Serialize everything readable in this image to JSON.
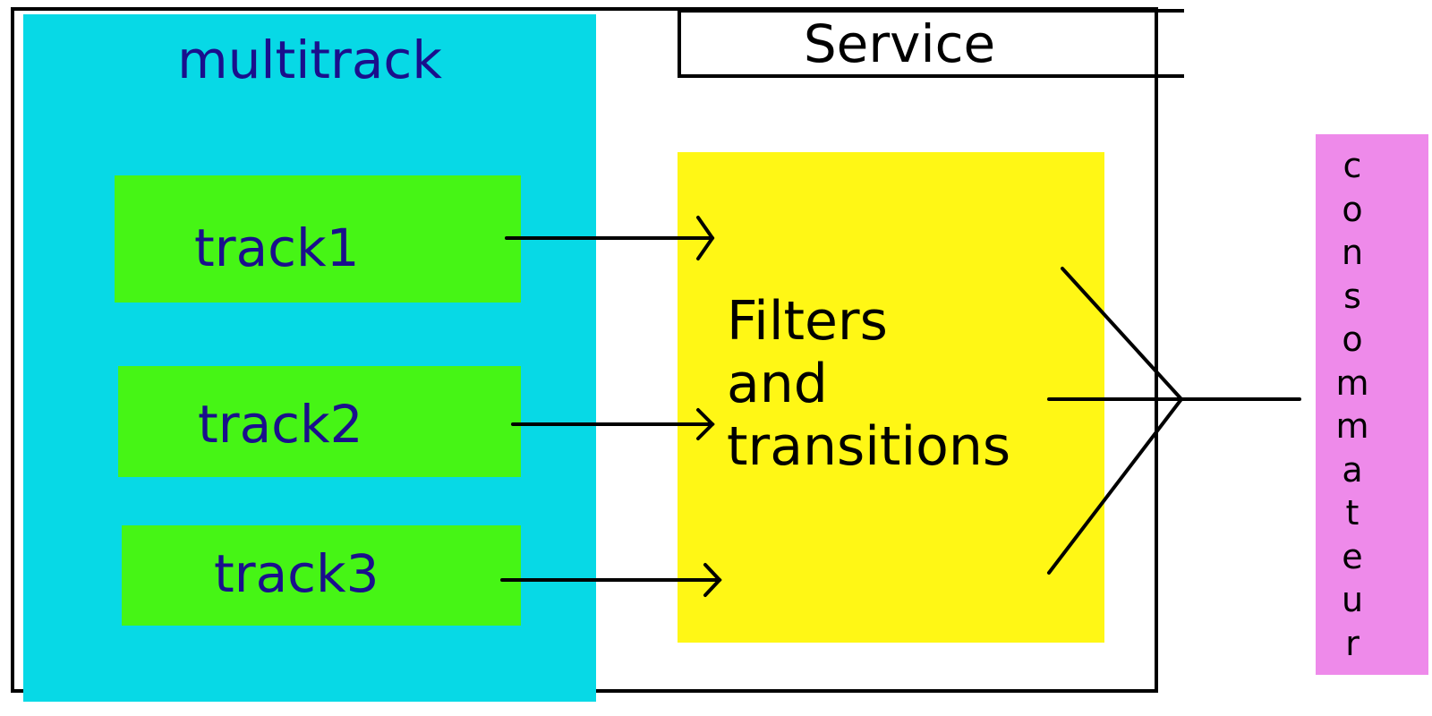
{
  "diagram": {
    "multitrack": {
      "label": "multitrack"
    },
    "tracks": [
      {
        "label": "track1"
      },
      {
        "label": "track2"
      },
      {
        "label": "track3"
      }
    ],
    "service": {
      "label": "Service"
    },
    "filters": {
      "lines": [
        "Filters",
        "and",
        "transitions"
      ]
    },
    "consumer": {
      "label": "consommateur"
    },
    "colors": {
      "multitrack": "#07d9e6",
      "track": "#46f515",
      "filters": "#fff715",
      "consumer": "#ee8aea",
      "label_text": "#1a0f8c"
    }
  }
}
